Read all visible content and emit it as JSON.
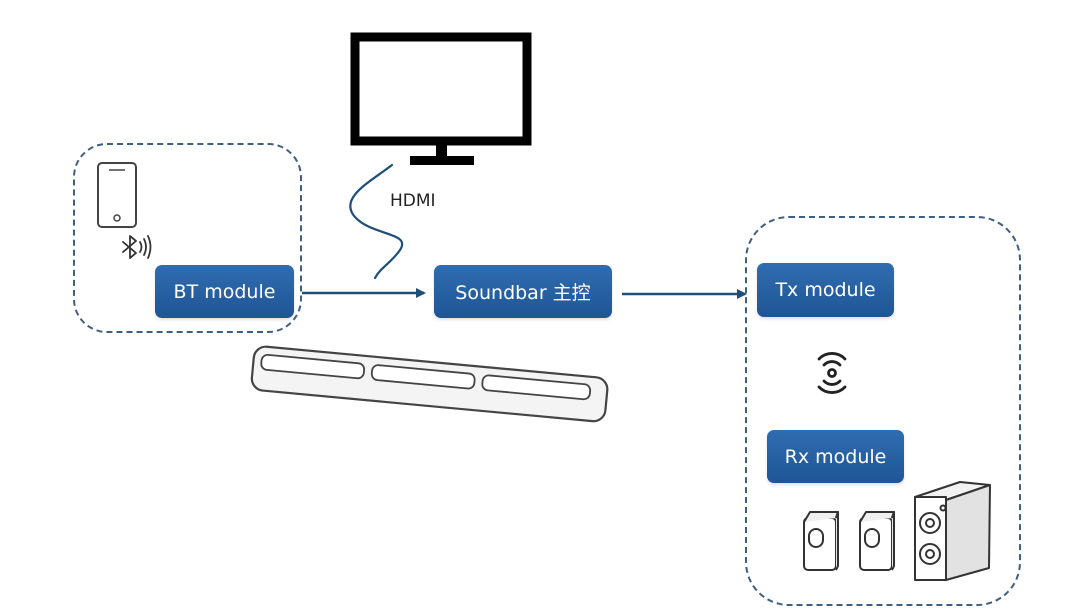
{
  "labels": {
    "hdmi": "HDMI"
  },
  "modules": {
    "bt": "BT module",
    "soundbar": "Soundbar 主控",
    "tx": "Tx module",
    "rx": "Rx module"
  },
  "colors": {
    "module_fill": "#2563a8",
    "connector": "#1f4e79",
    "dashed_border": "#3f5f80",
    "icon_stroke": "#333333"
  },
  "icons": [
    "tv-icon",
    "phone-icon",
    "bluetooth-icon",
    "soundbar-icon",
    "wireless-signal-icon",
    "speaker-icon"
  ]
}
